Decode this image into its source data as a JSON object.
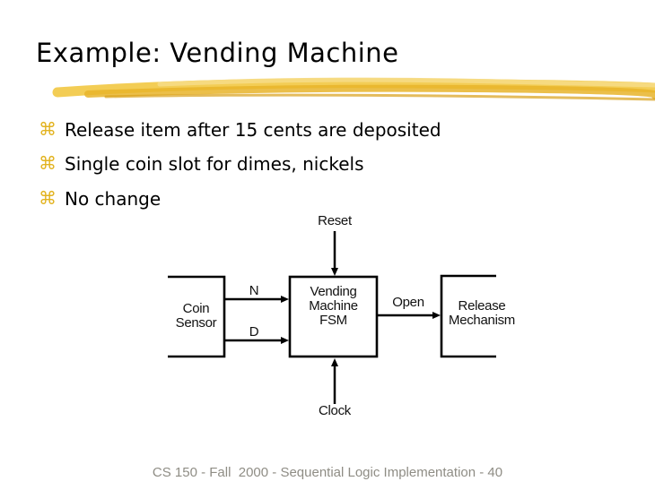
{
  "slide": {
    "title": "Example: Vending Machine",
    "bullet_glyph": "⌘",
    "bullets": [
      "Release item after 15 cents are deposited",
      "Single coin slot for dimes, nickels",
      "No change"
    ],
    "footer": "CS 150 - Fall  2000 - Sequential Logic Implementation - 40"
  },
  "diagram": {
    "reset_label": "Reset",
    "n_label": "N",
    "d_label": "D",
    "open_label": "Open",
    "clock_label": "Clock",
    "coin_sensor": {
      "line1": "Coin",
      "line2": "Sensor"
    },
    "fsm": {
      "line1": "Vending",
      "line2": "Machine",
      "line3": "FSM"
    },
    "release": {
      "line1": "Release",
      "line2": "Mechanism"
    }
  },
  "colors": {
    "bullet_gold": "#E2B320",
    "brush_gold_main": "#EFC23B",
    "brush_gold_light": "#F6DC85",
    "brush_gold_dark": "#D99F18",
    "diagram_line": "#000000",
    "footer_gray": "#8F8D85"
  }
}
